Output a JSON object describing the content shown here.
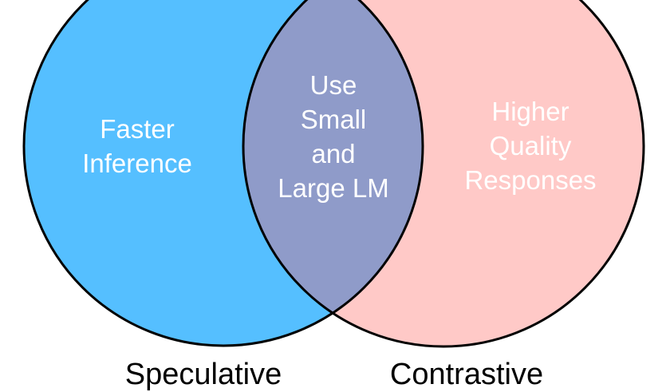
{
  "colors": {
    "left": "#55bfff",
    "right": "#ffc9c7",
    "overlap": "#8f9bc9",
    "stroke": "#000000"
  },
  "left_set": {
    "label_lines": [
      "Faster",
      "Inference"
    ],
    "caption": "Speculative"
  },
  "right_set": {
    "label_lines": [
      "Higher",
      "Quality",
      "Responses"
    ],
    "caption": "Contrastive"
  },
  "overlap": {
    "label_lines": [
      "Use",
      "Small",
      "and",
      "Large LM"
    ]
  }
}
